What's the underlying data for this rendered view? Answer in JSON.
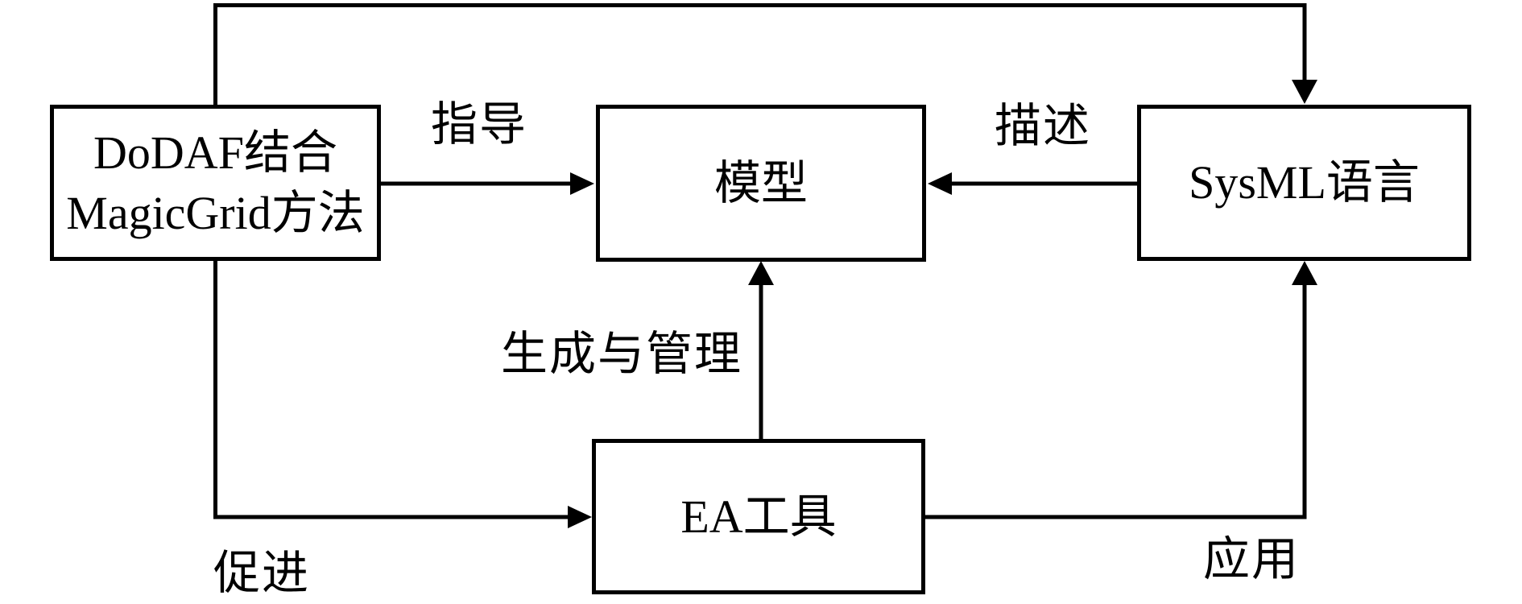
{
  "figure": {
    "background_color": "#ffffff",
    "line_color": "#000000",
    "text_color": "#000000"
  },
  "nodes": {
    "dodaf": {
      "line1": "DoDAF结合",
      "line2": "MagicGrid方法"
    },
    "model": {
      "label": "模型"
    },
    "sysml": {
      "label": "SysML语言"
    },
    "ea": {
      "label": "EA工具"
    }
  },
  "edges": {
    "guide": {
      "label": "指导",
      "from": "dodaf",
      "to": "model"
    },
    "describe": {
      "label": "描述",
      "from": "sysml",
      "to": "model"
    },
    "generate_manage": {
      "label": "生成与管理",
      "from": "ea",
      "to": "model"
    },
    "promote": {
      "label": "促进",
      "from": "dodaf",
      "to": "ea"
    },
    "apply": {
      "label": "应用",
      "from": "ea",
      "to": "sysml"
    },
    "top_link": {
      "from": "dodaf",
      "to": "sysml"
    }
  }
}
